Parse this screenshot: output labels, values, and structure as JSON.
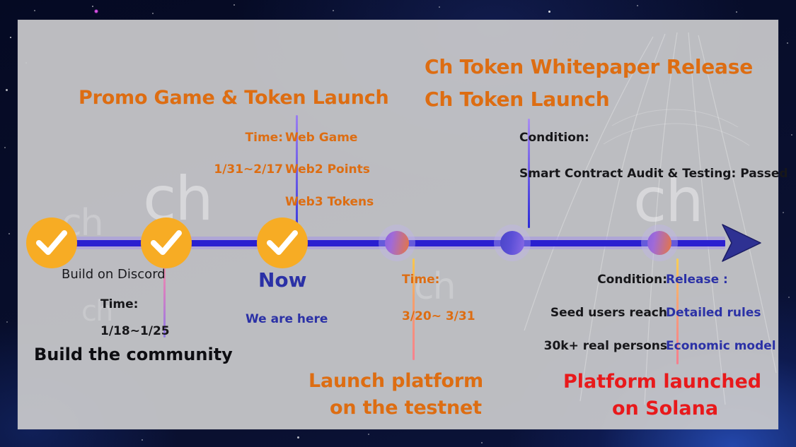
{
  "theme": {
    "orange": "#dd6d12",
    "amber_node": "#f7ac24",
    "indigo_bar": "#2a1fd0",
    "blue_text": "#2b31a6",
    "red_text": "#e8191b",
    "dark_text": "#17171a",
    "card_bg": "#cacacc",
    "space_bg": "#070d2a"
  },
  "watermark": {
    "logo_text": "ch"
  },
  "timeline": {
    "arrow_name": "timeline-arrow-right",
    "nodes": [
      {
        "id": "node-1",
        "type": "check",
        "state": "completed"
      },
      {
        "id": "node-2",
        "type": "check",
        "state": "completed"
      },
      {
        "id": "node-3",
        "type": "check",
        "state": "current"
      },
      {
        "id": "node-4",
        "type": "dot",
        "state": "upcoming"
      },
      {
        "id": "node-5",
        "type": "dot",
        "state": "upcoming"
      },
      {
        "id": "node-6",
        "type": "dot",
        "state": "upcoming"
      }
    ]
  },
  "milestones": {
    "build_community": {
      "sub_label": "Build on Discord",
      "time_label": "Time:",
      "time_value": "1/18~1/25",
      "title": "Build the community"
    },
    "promo_game": {
      "title": "Promo Game & Token Launch",
      "time_label": "Time:",
      "time_value": "1/31~2/17",
      "items": [
        "Web Game",
        "Web2 Points",
        "Web3 Tokens"
      ]
    },
    "now": {
      "label": "Now",
      "sub_label": "We are here"
    },
    "testnet": {
      "time_label": "Time:",
      "time_value": "3/20~ 3/31",
      "title_line1": "Launch platform",
      "title_line2": "on the testnet"
    },
    "ch_token": {
      "title_line1": "Ch Token Whitepaper Release",
      "title_line2": "Ch Token Launch",
      "condition_label": "Condition:",
      "condition_value": "Smart Contract Audit & Testing: Passed"
    },
    "solana": {
      "condition_label": "Condition:",
      "condition_lines": [
        "Seed users reach",
        "30k+ real persons"
      ],
      "release_label": "Release :",
      "release_lines": [
        "Detailed rules",
        "Economic model"
      ],
      "title_line1": "Platform  launched",
      "title_line2": "on Solana"
    }
  }
}
